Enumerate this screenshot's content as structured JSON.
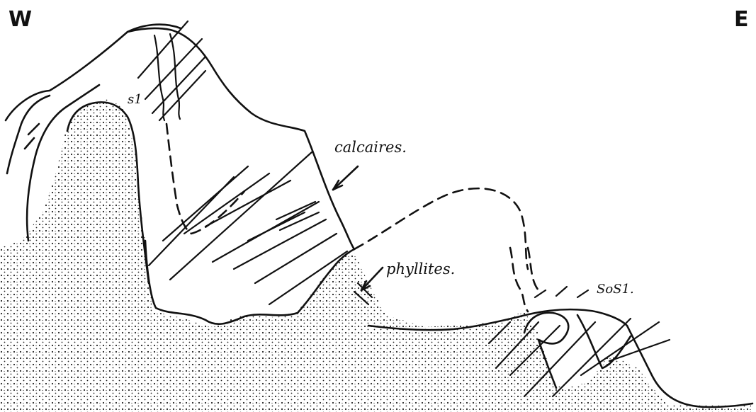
{
  "orientation": {
    "west": "W",
    "east": "E"
  },
  "labels": {
    "calcaires": "calcaires.",
    "phyllites": "phyllites.",
    "s1": "s1",
    "s0s1": "SoS1."
  }
}
